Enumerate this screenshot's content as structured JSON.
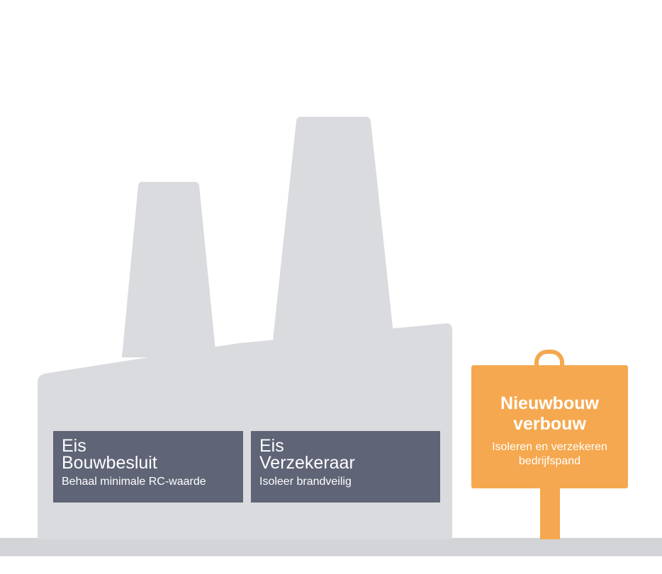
{
  "colors": {
    "building": "#dadbde",
    "ground": "#d3d4d8",
    "panel": "#5f6476",
    "sign": "#f5a84f",
    "text_on_dark": "#ffffff"
  },
  "panels": {
    "left": {
      "line1": "Eis",
      "line2": "Bouwbesluit",
      "sub": "Behaal minimale RC-waarde"
    },
    "right": {
      "line1": "Eis",
      "line2": "Verzekeraar",
      "sub": "Isoleer brandveilig"
    }
  },
  "sign": {
    "title_line1": "Nieuwbouw",
    "title_line2": "verbouw",
    "description": "Isoleren en verzekeren bedrijfspand"
  }
}
